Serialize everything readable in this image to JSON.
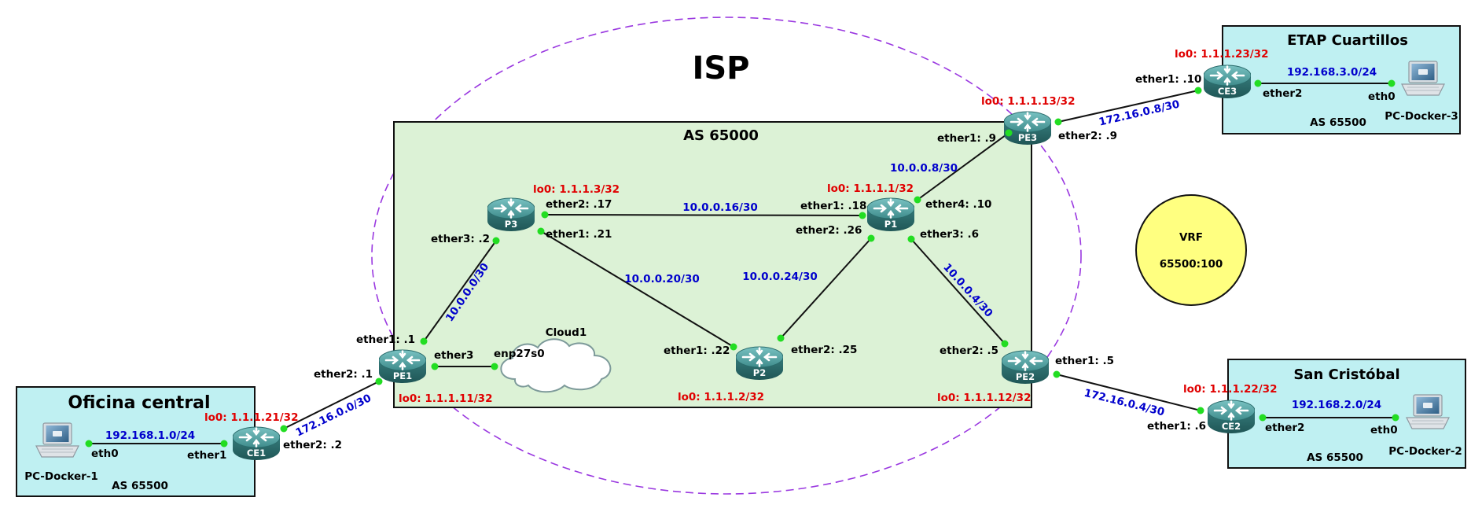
{
  "isp_label": "ISP",
  "as_core": "AS 65000",
  "sites": {
    "oficina": {
      "title": "Oficina central",
      "as": "AS 65500",
      "pc": "PC-Docker-1",
      "net": "192.168.1.0/24"
    },
    "etap": {
      "title": "ETAP Cuartillos",
      "as": "AS 65500",
      "pc": "PC-Docker-3",
      "net": "192.168.3.0/24"
    },
    "sancristobal": {
      "title": "San Cristóbal",
      "as": "AS 65500",
      "pc": "PC-Docker-2",
      "net": "192.168.2.0/24"
    }
  },
  "vrf": {
    "label": "VRF",
    "value": "65500:100"
  },
  "routers": {
    "PE1": {
      "name": "PE1",
      "lo": "lo0: 1.1.1.11/32"
    },
    "PE2": {
      "name": "PE2",
      "lo": "lo0: 1.1.1.12/32"
    },
    "PE3": {
      "name": "PE3",
      "lo": "lo0: 1.1.1.13/32"
    },
    "P1": {
      "name": "P1",
      "lo": "lo0: 1.1.1.1/32"
    },
    "P2": {
      "name": "P2",
      "lo": "lo0: 1.1.1.2/32"
    },
    "P3": {
      "name": "P3",
      "lo": "lo0: 1.1.1.3/32"
    },
    "CE1": {
      "name": "CE1",
      "lo": "lo0: 1.1.1.21/32"
    },
    "CE2": {
      "name": "CE2",
      "lo": "lo0: 1.1.1.22/32"
    },
    "CE3": {
      "name": "CE3",
      "lo": "lo0: 1.1.1.23/32"
    }
  },
  "cloud": {
    "name": "Cloud1",
    "iface": "enp27s0"
  },
  "links": {
    "pe1_p3": "10.0.0.0/30",
    "p3_p1": "10.0.0.16/30",
    "p3_p2": "10.0.0.20/30",
    "p2_p1": "10.0.0.24/30",
    "p1_pe3": "10.0.0.8/30",
    "p1_pe2": "10.0.0.4/30",
    "ce1_pe1": "172.16.0.0/30",
    "pe2_ce2": "172.16.0.4/30",
    "pe3_ce3": "172.16.0.8/30"
  },
  "ifaces": {
    "pe1_ether1": "ether1: .1",
    "pe1_ether2": "ether2: .1",
    "pe1_ether3": "ether3",
    "p3_ether3": "ether3: .2",
    "p3_ether2": "ether2: .17",
    "p3_ether1": "ether1: .21",
    "p1_ether1": "ether1: .18",
    "p1_ether2": "ether2: .26",
    "p1_ether3": "ether3: .6",
    "p1_ether4": "ether4: .10",
    "p2_ether1": "ether1: .22",
    "p2_ether2": "ether2: .25",
    "pe2_ether2": "ether2: .5",
    "pe2_ether1": "ether1: .5",
    "pe3_ether1": "ether1: .9",
    "pe3_ether2": "ether2: .9",
    "ce1_ether1": "ether1",
    "ce1_ether2": "ether2: .2",
    "ce2_ether1": "ether1: .6",
    "ce2_ether2": "ether2",
    "ce3_ether1": "ether1: .10",
    "ce3_ether2": "ether2",
    "pc1_eth0": "eth0",
    "pc2_eth0": "eth0",
    "pc3_eth0": "eth0"
  },
  "colors": {
    "core_fill": "#dcf2d6",
    "site_fill": "#bff0f2",
    "vrf_fill": "#ffff80",
    "isp_ellipse": "#9a38e0",
    "router": "#3f8c8c",
    "dot": "#22dd22"
  }
}
